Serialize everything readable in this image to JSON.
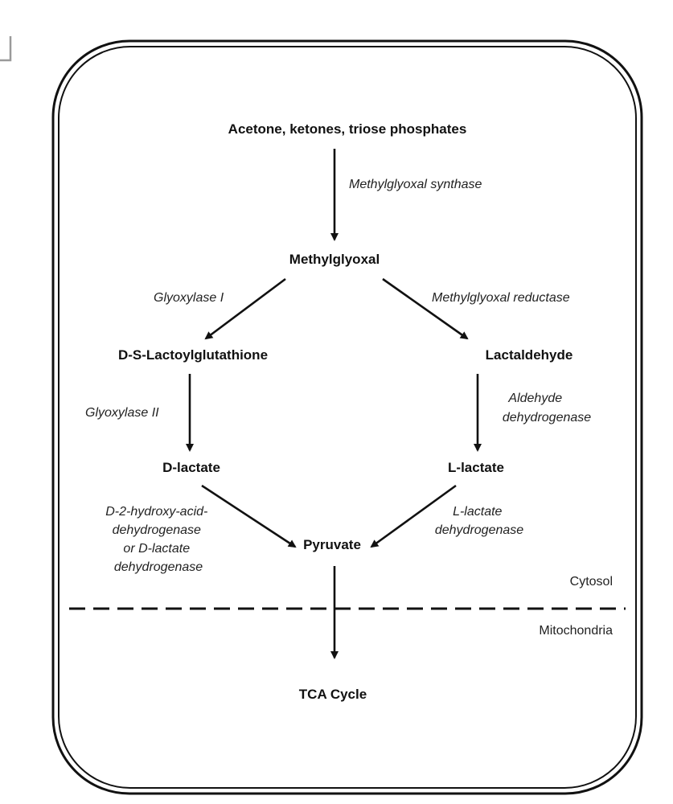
{
  "diagram": {
    "nodes": {
      "substrates": "Acetone, ketones, triose phosphates",
      "methylglyoxal": "Methylglyoxal",
      "d_s_lactoylglutathione": "D-S-Lactoylglutathione",
      "lactaldehyde": "Lactaldehyde",
      "d_lactate": "D-lactate",
      "l_lactate": "L-lactate",
      "pyruvate": "Pyruvate",
      "tca_cycle": "TCA Cycle"
    },
    "enzymes": {
      "methylglyoxal_synthase": "Methylglyoxal synthase",
      "glyoxylase_1": "Glyoxylase I",
      "methylglyoxal_reductase": "Methylglyoxal reductase",
      "glyoxylase_2": "Glyoxylase II",
      "aldehyde_dehydrogenase": [
        "Aldehyde",
        "dehydrogenase"
      ],
      "d2_hydroxy_acid_dh": [
        "D-2-hydroxy-acid-",
        "dehydrogenase",
        "or D-lactate",
        "dehydrogenase"
      ],
      "l_lactate_dh": [
        "L-lactate",
        "dehydrogenase"
      ]
    },
    "compartments": {
      "cytosol": "Cytosol",
      "mitochondria": "Mitochondria"
    }
  }
}
